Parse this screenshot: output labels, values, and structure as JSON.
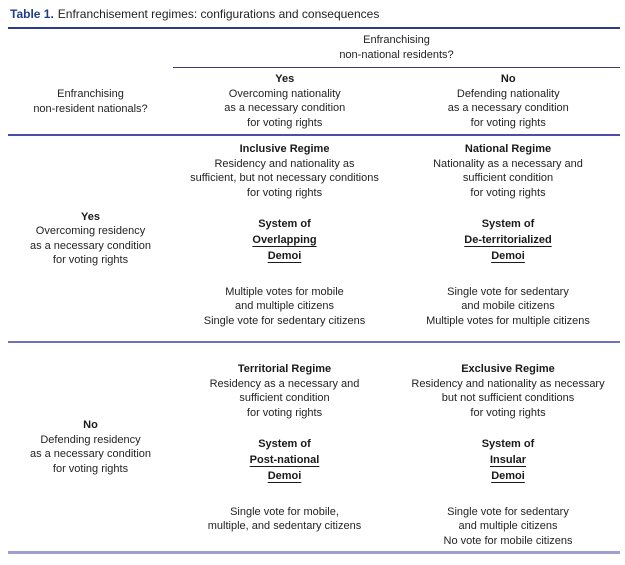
{
  "colors": {
    "accent_navy": "#1d3c8d",
    "rule_indigo": "#4c4caa",
    "rule_light_indigo": "#9e9ed2",
    "text": "#232323"
  },
  "caption": {
    "label": "Table 1.",
    "text": "Enfranchisement regimes: configurations and consequences"
  },
  "header": {
    "left_question": "Enfranchising\nnon-resident nationals?",
    "top_question": "Enfranchising\nnon-national residents?",
    "yes": {
      "label": "Yes",
      "text": "Overcoming nationality\nas a necessary condition\nfor voting rights"
    },
    "no": {
      "label": "No",
      "text": "Defending nationality\nas a necessary condition\nfor voting rights"
    }
  },
  "body_rows": [
    {
      "stub": {
        "label": "Yes",
        "text": "Overcoming residency\nas a necessary condition\nfor voting rights"
      },
      "cells": [
        {
          "regime": "Inclusive Regime",
          "definition": "Residency and nationality as\nsufficient, but not necessary conditions\nfor voting rights",
          "system_prefix": "System of",
          "system_name": "Overlapping\nDemoi",
          "consequence": "Multiple votes for mobile\nand multiple citizens\nSingle vote for sedentary citizens"
        },
        {
          "regime": "National Regime",
          "definition": "Nationality as a necessary and\nsufficient condition\nfor voting rights",
          "system_prefix": "System of",
          "system_name": "De-territorialized\nDemoi",
          "consequence": "Single vote for sedentary\nand mobile citizens\nMultiple votes for multiple citizens"
        }
      ]
    },
    {
      "stub": {
        "label": "No",
        "text": "Defending residency\nas a necessary condition\nfor voting rights"
      },
      "cells": [
        {
          "regime": "Territorial Regime",
          "definition": "Residency as a necessary and\nsufficient condition\nfor voting rights",
          "system_prefix": "System of",
          "system_name": "Post-national\nDemoi",
          "consequence": "Single vote for mobile,\nmultiple, and sedentary citizens"
        },
        {
          "regime": "Exclusive Regime",
          "definition": "Residency and nationality as necessary\nbut not sufficient conditions\nfor voting rights",
          "system_prefix": "System of",
          "system_name": "Insular\nDemoi",
          "consequence": "Single vote for sedentary\nand multiple citizens\nNo vote for mobile citizens"
        }
      ]
    }
  ]
}
